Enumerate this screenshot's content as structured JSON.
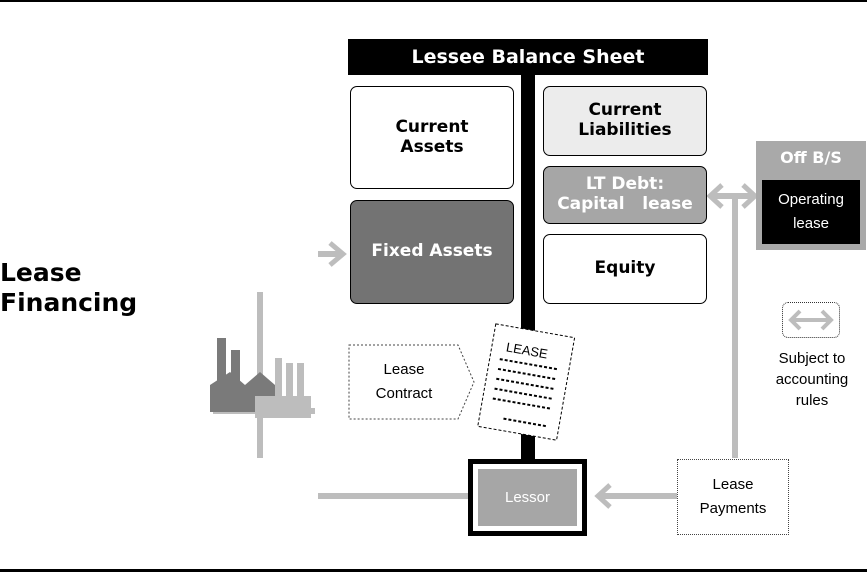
{
  "diagram": {
    "left_title_line1": "Lease",
    "left_title_line2": "Financing",
    "balance_sheet_title": "Lessee Balance Sheet",
    "current_assets": "Current\nAssets",
    "fixed_assets": "Fixed Assets",
    "current_liabilities": "Current\nLiabilities",
    "lt_debt": "LT Debt:\nCapital   lease",
    "equity": "Equity",
    "off_bs": "Off B/S",
    "operating_lease": "Operating\nlease",
    "lease_contract": "Lease\nContract",
    "lease_document": "LEASE",
    "lessor": "Lessor",
    "lease_payments": "Lease\nPayments",
    "legend_text": "Subject to\naccounting\nrules"
  },
  "colors": {
    "black": "#000000",
    "dark_gray": "#737373",
    "mid_gray": "#a6a6a6",
    "light_gray": "#ececec",
    "line_gray": "#bdbdbd"
  },
  "icons": [
    "factory-icon",
    "lease-document-icon",
    "double-arrow-icon"
  ]
}
